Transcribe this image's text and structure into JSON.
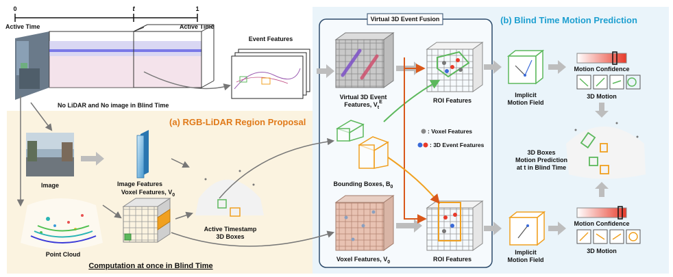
{
  "timeline": {
    "tick_start": "0",
    "tick_t": "t",
    "tick_end": "1",
    "label_left": "Active Time",
    "label_right": "Active Time",
    "caption": "No LiDAR and No image in Blind Time"
  },
  "event_features": {
    "label": "Event Features"
  },
  "region_proposal": {
    "title": "(a) RGB-LiDAR Region Proposal",
    "image_label": "Image",
    "image_features_label": "Image Features",
    "point_cloud_label": "Point Cloud",
    "voxel_features_label": "Voxel Features, V",
    "voxel_features_sub": "0",
    "active_boxes_line1": "Active Timestamp",
    "active_boxes_line2": "3D Boxes",
    "bottom_caption": "Computation at once in Blind Time"
  },
  "fusion": {
    "title": "Virtual 3D Event Fusion",
    "virtual_features_line1": "Virtual 3D Event",
    "virtual_features_line2": "Features, V",
    "virtual_features_sup": "E",
    "virtual_features_sub": "t",
    "roi_top_label": "ROI Features",
    "roi_bottom_label": "ROI Features",
    "bbox_label": "Bounding Boxes, B",
    "bbox_sub": "0",
    "voxel_label": "Voxel Features, V",
    "voxel_sub": "0",
    "legend_voxel": ": Voxel Features",
    "legend_event": ": 3D Event Features"
  },
  "motion": {
    "title": "(b) Blind Time Motion Prediction",
    "implicit_top_line1": "Implicit",
    "implicit_top_line2": "Motion Field",
    "implicit_bottom_line1": "Implicit",
    "implicit_bottom_line2": "Motion Field",
    "confidence_top": "Motion Confidence",
    "confidence_bottom": "Motion Confidence",
    "motion_top": "3D Motion",
    "motion_bottom": "3D Motion",
    "prediction_line1": "3D Boxes",
    "prediction_line2": "Motion Prediction",
    "prediction_line3": "at t in Blind Time"
  },
  "colors": {
    "orange_panel": "#fbf3e0",
    "blue_panel": "#eaf4fa",
    "fusion_border": "#2c4a6a",
    "green_box": "#5cb85c",
    "orange_box": "#f0a020",
    "orange_arrow": "#d9581a",
    "blue_title": "#1d9fd0",
    "orange_title": "#e07a1a"
  }
}
